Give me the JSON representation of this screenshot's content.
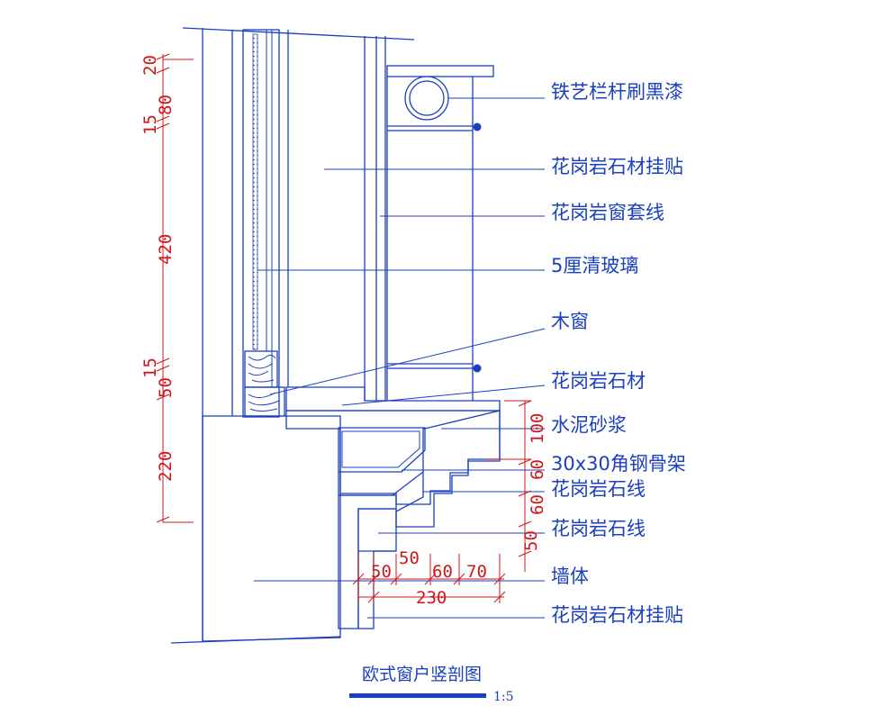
{
  "labels": {
    "iron_railing": "铁艺栏杆刷黑漆",
    "granite_cladding_top": "花岗岩石材挂贴",
    "granite_window_trim": "花岗岩窗套线",
    "clear_glass": "5厘清玻璃",
    "wood_window": "木窗",
    "granite_stone": "花岗岩石材",
    "cement_mortar": "水泥砂浆",
    "angle_steel_frame": "30x30角钢骨架",
    "granite_line_1": "花岗岩石线",
    "granite_line_2": "花岗岩石线",
    "wall": "墙体",
    "granite_cladding_bottom": "花岗岩石材挂贴"
  },
  "dimensions": {
    "left": [
      "20",
      "80",
      "15",
      "420",
      "15",
      "50",
      "220"
    ],
    "right": [
      "100",
      "60",
      "60",
      "50"
    ],
    "bottom": [
      "50",
      "50",
      "60",
      "70",
      "230"
    ]
  },
  "title": "欧式窗户竖剖图",
  "scale": "1:5",
  "colors": {
    "line": "#1a3fbf",
    "dimension": "#d0171b",
    "background": "#ffffff"
  }
}
